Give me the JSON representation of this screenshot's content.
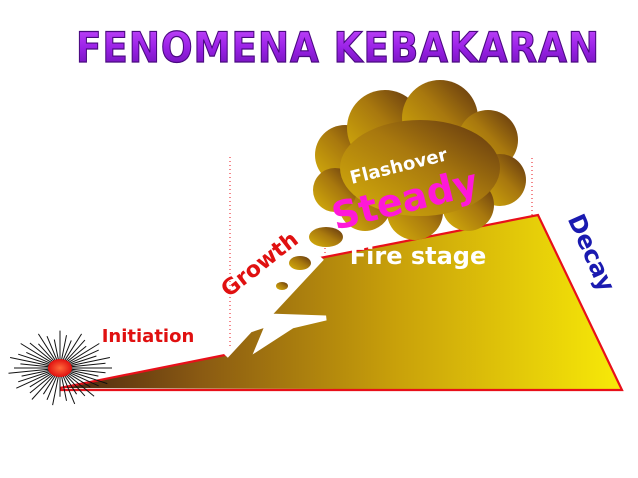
{
  "title": "FENOMENA KEBAKARAN",
  "stages": {
    "initiation": "Initiation",
    "growth": "Growth",
    "flashover": "Flashover",
    "steady": "Steady",
    "fire_stage": "Fire stage",
    "decay": "Decay"
  },
  "colors": {
    "title_gradient_start": "#a020f0",
    "title_gradient_end": "#7b1fa2",
    "outline": "#e8101a",
    "fill_light": "#f6e40a",
    "fill_dark": "#5c3110",
    "initiation_text": "#e01010",
    "growth_text": "#e01010",
    "steady_text": "#ff18d8",
    "decay_text": "#1a1ab0",
    "fire_stage_text": "#ffffff",
    "flashover_text": "#ffffff"
  },
  "icons": {
    "spark": "spark-burst-icon"
  }
}
